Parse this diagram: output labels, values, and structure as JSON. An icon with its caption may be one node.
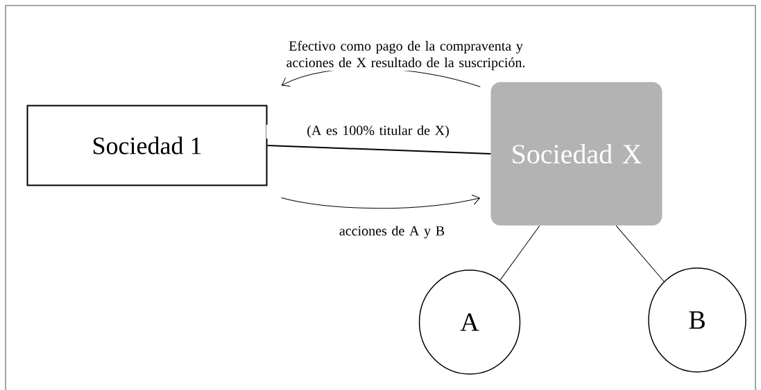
{
  "diagram": {
    "nodes": [
      {
        "text": [
          "Sociedad 1"
        ]
      },
      {
        "text": [
          "Sociedad X"
        ]
      },
      {
        "text": [
          "A"
        ]
      },
      {
        "text": [
          "B"
        ]
      }
    ],
    "edges": [
      {
        "from": 0,
        "to": 1,
        "arrow": "none",
        "label": "(A es 100% titular de X)"
      },
      {
        "from": 1,
        "to": 0,
        "arrow": "to",
        "label": "Efectivo como pago de la compraventa y acciones de X resultado de la suscripción."
      },
      {
        "from": 0,
        "to": 1,
        "arrow": "to",
        "label": "acciones de A y B"
      },
      {
        "from": 1,
        "to": 2,
        "arrow": "none"
      },
      {
        "from": 1,
        "to": 3,
        "arrow": "none"
      }
    ]
  }
}
